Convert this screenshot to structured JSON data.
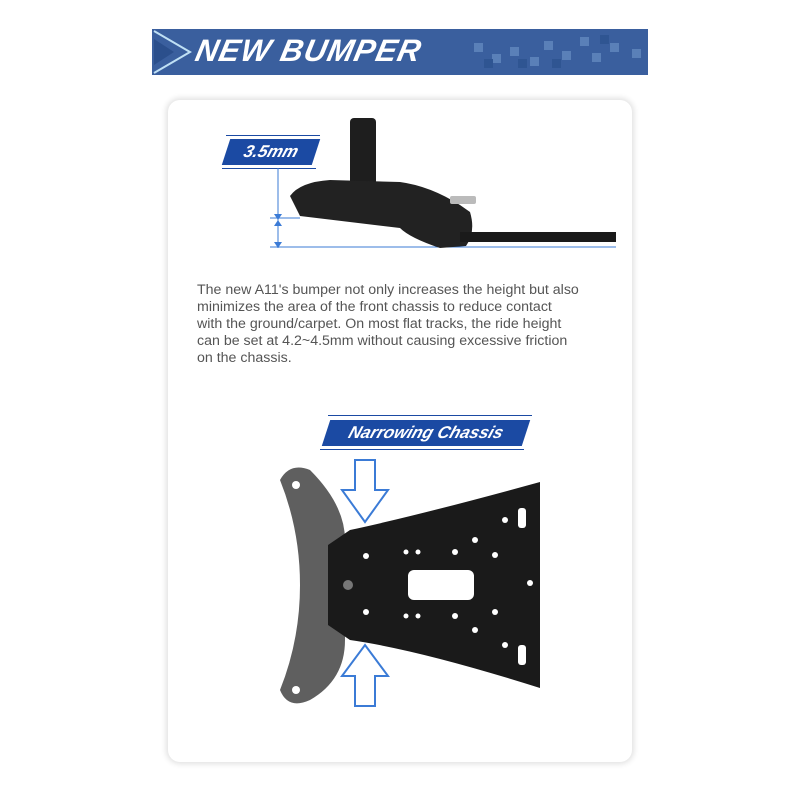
{
  "banner": {
    "title": "NEW BUMPER",
    "color": "#3a5f9e"
  },
  "height_label": "3.5mm",
  "description": [
    "The new A11's bumper not only increases the height but also",
    "minimizes the area of the front chassis to reduce contact",
    "with the ground/carpet. On most flat tracks, the ride height",
    "can be set at 4.2~4.5mm without causing excessive friction",
    "on the chassis."
  ],
  "chassis_label": "Narrowing Chassis",
  "accent_color": "#1b4aa3"
}
